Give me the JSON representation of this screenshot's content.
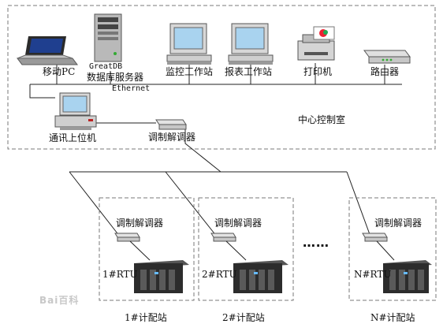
{
  "control_room": {
    "title": "中心控制室",
    "network_label": "Ethernet",
    "devices": {
      "laptop": "移动PC",
      "db_server_brand": "GreatDB",
      "db_server": "数据库服务器",
      "monitor_station": "监控工作站",
      "report_station": "报表工作站",
      "printer": "打印机",
      "router": "路由器",
      "host": "通讯上位机",
      "modem": "调制解调器"
    }
  },
  "stations": [
    {
      "modem": "调制解调器",
      "rtu": "1#RTU",
      "name": "1#计配站"
    },
    {
      "modem": "调制解调器",
      "rtu": "2#RTU",
      "name": "2#计配站"
    },
    {
      "modem": "调制解调器",
      "rtu": "N#RTU",
      "name": "N#计配站"
    }
  ],
  "ellipsis": "……",
  "watermark": "Bai百科",
  "colors": {
    "border": "#7a7a7a",
    "line": "#222222",
    "device_gray": "#cfcfcf",
    "screen": "#a9d3ef",
    "rtu_dark": "#2c2c2c"
  }
}
